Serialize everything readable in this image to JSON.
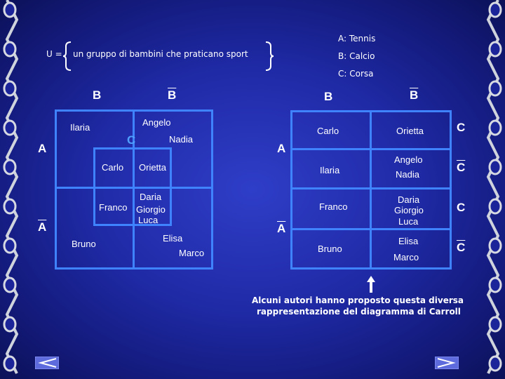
{
  "universe": {
    "prefix": "U =",
    "text": "un gruppo di bambini che praticano sport"
  },
  "legend": {
    "a": "A: Tennis",
    "b": "B: Calcio",
    "c": "C: Corsa"
  },
  "left_diagram": {
    "col_b": "B",
    "col_not_b": "B",
    "row_a": "A",
    "row_not_a": "A",
    "c_label": "C",
    "names": {
      "ilaria": "Ilaria",
      "angelo": "Angelo",
      "nadia": "Nadia",
      "carlo": "Carlo",
      "orietta": "Orietta",
      "daria": "Daria",
      "franco": "Franco",
      "giorgio": "Giorgio",
      "luca": "Luca",
      "elisa": "Elisa",
      "bruno": "Bruno",
      "marco": "Marco"
    }
  },
  "right_diagram": {
    "col_b": "B",
    "col_not_b": "B",
    "row_a": "A",
    "row_not_a": "A",
    "row_labels": [
      "C",
      "C",
      "C",
      "C"
    ],
    "names": {
      "carlo": "Carlo",
      "orietta": "Orietta",
      "ilaria": "Ilaria",
      "angelo": "Angelo",
      "nadia": "Nadia",
      "franco": "Franco",
      "daria": "Daria",
      "giorgio": "Giorgio",
      "luca": "Luca",
      "bruno": "Bruno",
      "elisa": "Elisa",
      "marco": "Marco"
    }
  },
  "caption": {
    "line1": "Alcuni autori hanno proposto questa diversa",
    "line2": "rappresentazione del diagramma di Carroll"
  },
  "icons": [
    "left-chain-decoration",
    "right-chain-decoration",
    "arrow-up-icon",
    "prev-slide-icon",
    "next-slide-icon"
  ],
  "colors": {
    "background": "#1f2aa6",
    "grid": "#3f83ff"
  }
}
